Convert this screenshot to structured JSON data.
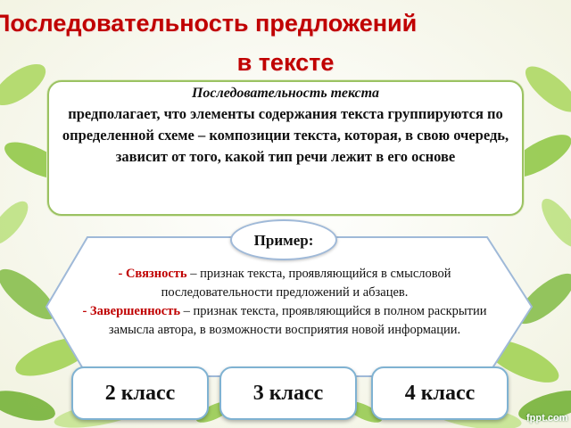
{
  "slide": {
    "title_line1": "Последовательность предложений",
    "title_line2": "в тексте",
    "definition": {
      "term": "Последовательность текста",
      "body": "предполагает, что элементы содержания текста группируются по определенной схеме – композиции текста, которая, в свою очередь, зависит от того, какой тип речи лежит в его основе"
    },
    "example": {
      "label": "Пример:",
      "items": [
        {
          "prefix": "- ",
          "term": "Связность",
          "text": " – признак текста, проявляющийся в смысловой последовательности предложений и абзацев."
        },
        {
          "prefix": "- ",
          "term": "Завершенность",
          "text": " – признак текста, проявляющийся в полном раскрытии замысла автора, в возможности восприятия новой информации."
        }
      ]
    },
    "grades": [
      "2 класс",
      "3 класс",
      "4 класс"
    ],
    "watermark": "fppt.com"
  },
  "colors": {
    "title": "#c00000",
    "term": "#c00000",
    "box_border": "#9bc262",
    "leaf_green": "#8cc63f",
    "grade_border": "#7fb2d2"
  }
}
